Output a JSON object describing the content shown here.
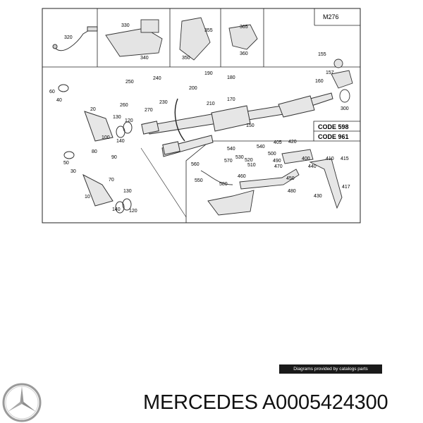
{
  "diagram": {
    "model_code": "M276",
    "code_boxes": [
      "CODE 598",
      "CODE 961"
    ],
    "labels": [
      "320",
      "330",
      "340",
      "355",
      "350",
      "365",
      "360",
      "155",
      "157",
      "160",
      "300",
      "250",
      "240",
      "260",
      "270",
      "230",
      "190",
      "180",
      "200",
      "210",
      "170",
      "150",
      "60",
      "40",
      "20",
      "130",
      "120",
      "100",
      "140",
      "80",
      "90",
      "50",
      "30",
      "70",
      "10",
      "130",
      "140",
      "120",
      "540",
      "530",
      "520",
      "510",
      "540",
      "500",
      "490",
      "470",
      "405",
      "420",
      "410",
      "415",
      "400",
      "440",
      "417",
      "430",
      "450",
      "480",
      "560",
      "570",
      "550",
      "580",
      "460"
    ],
    "credit": "Diagrams provided by catalogs parts"
  },
  "product": {
    "brand": "MERCEDES",
    "part_number": "A0005424300",
    "title": "MERCEDES A0005424300"
  }
}
